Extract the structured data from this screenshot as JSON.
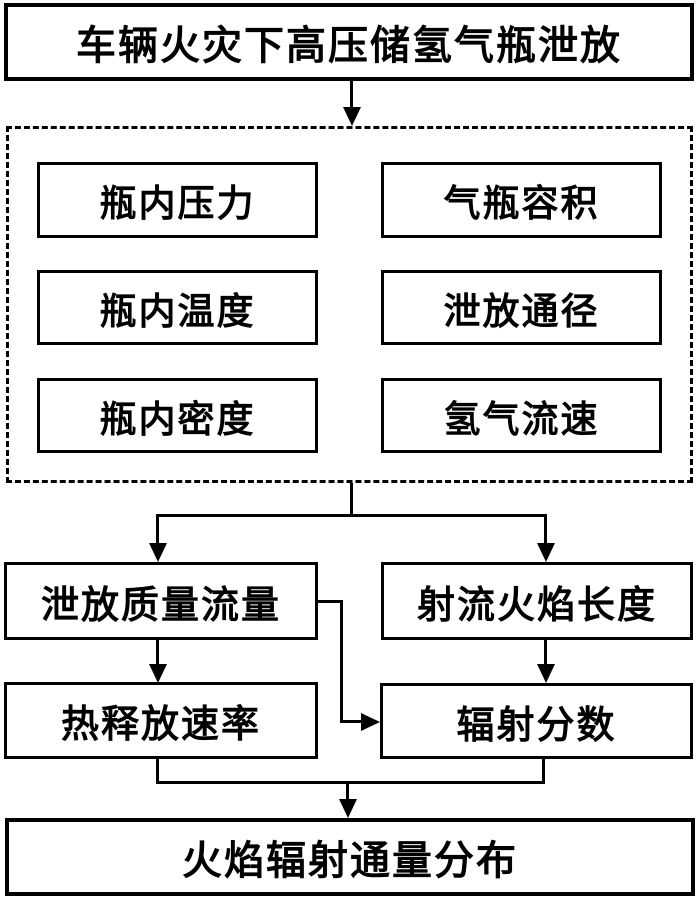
{
  "flow": {
    "source": "车辆火灾下高压储氢气瓶泄放",
    "params": [
      "瓶内压力",
      "气瓶容积",
      "瓶内温度",
      "泄放通径",
      "瓶内密度",
      "氢气流速"
    ],
    "mass_flow": "泄放质量流量",
    "flame_length": "射流火焰长度",
    "heat_release": "热释放速率",
    "radiative_fraction": "辐射分数",
    "output": "火焰辐射通量分布",
    "colors": {
      "line": "#000000",
      "background": "#ffffff",
      "text": "#000000"
    }
  }
}
